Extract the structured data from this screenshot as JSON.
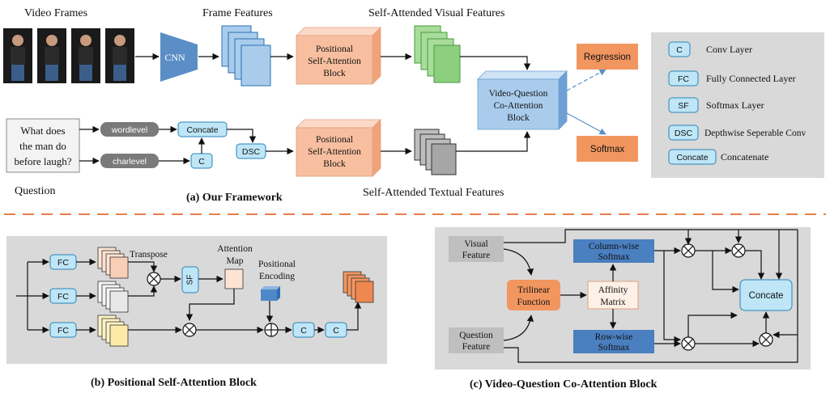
{
  "top": {
    "video_frames_label": "Video Frames",
    "frame_features_label": "Frame Features",
    "self_attended_visual_label": "Self-Attended Visual Features",
    "cnn_label": "CNN",
    "positional_block_lines": [
      "Positional",
      "Self-Attention",
      "Block"
    ],
    "coattention_lines": [
      "Video-Question",
      "Co-Attention",
      "Block"
    ],
    "regression_label": "Regression",
    "softmax_label": "Softmax",
    "question_text_lines": [
      "What does",
      "the man do",
      "before laugh?"
    ],
    "question_label": "Question",
    "wordlevel_label": "wordlevel",
    "charlevel_label": "charlevel",
    "concate_label": "Concate",
    "c_label": "C",
    "dsc_label": "DSC",
    "self_attended_textual_label": "Self-Attended Textual Features",
    "caption": "(a) Our Framework"
  },
  "legend": {
    "items": [
      {
        "key": "C",
        "desc": "Conv Layer"
      },
      {
        "key": "FC",
        "desc": "Fully Connected Layer"
      },
      {
        "key": "SF",
        "desc": "Softmax Layer"
      },
      {
        "key": "DSC",
        "desc": "Depthwise Seperable Conv"
      },
      {
        "key": "Concate",
        "desc": "Concatenate"
      }
    ]
  },
  "psab": {
    "fc_label": "FC",
    "transpose_label": "Transpose",
    "sf_label": "SF",
    "attention_map_lines": [
      "Attention",
      "Map"
    ],
    "positional_encoding_lines": [
      "Positional",
      "Encoding"
    ],
    "c_label": "C",
    "caption": "(b) Positional Self-Attention Block"
  },
  "vqcab": {
    "visual_feature_lines": [
      "Visual",
      "Feature"
    ],
    "question_feature_lines": [
      "Question",
      "Feature"
    ],
    "trilinear_lines": [
      "Trilinear",
      "Function"
    ],
    "affinity_lines": [
      "Affinity",
      "Matrix"
    ],
    "column_softmax_lines": [
      "Column-wise",
      "Softmax"
    ],
    "row_softmax_lines": [
      "Row-wise",
      "Softmax"
    ],
    "concate_label": "Concate",
    "caption": "(c) Video-Question Co-Attention Block"
  },
  "colors": {
    "cyan_box": "#bfe6f6",
    "cyan_border": "#2a82b8",
    "salmon": "#f5b99a",
    "orange": "#f29660",
    "steel_blue": "#5b8ec7",
    "green": "#8ccf7e",
    "gray_panel": "#d9d9d9",
    "divider": "#e67e4a"
  }
}
